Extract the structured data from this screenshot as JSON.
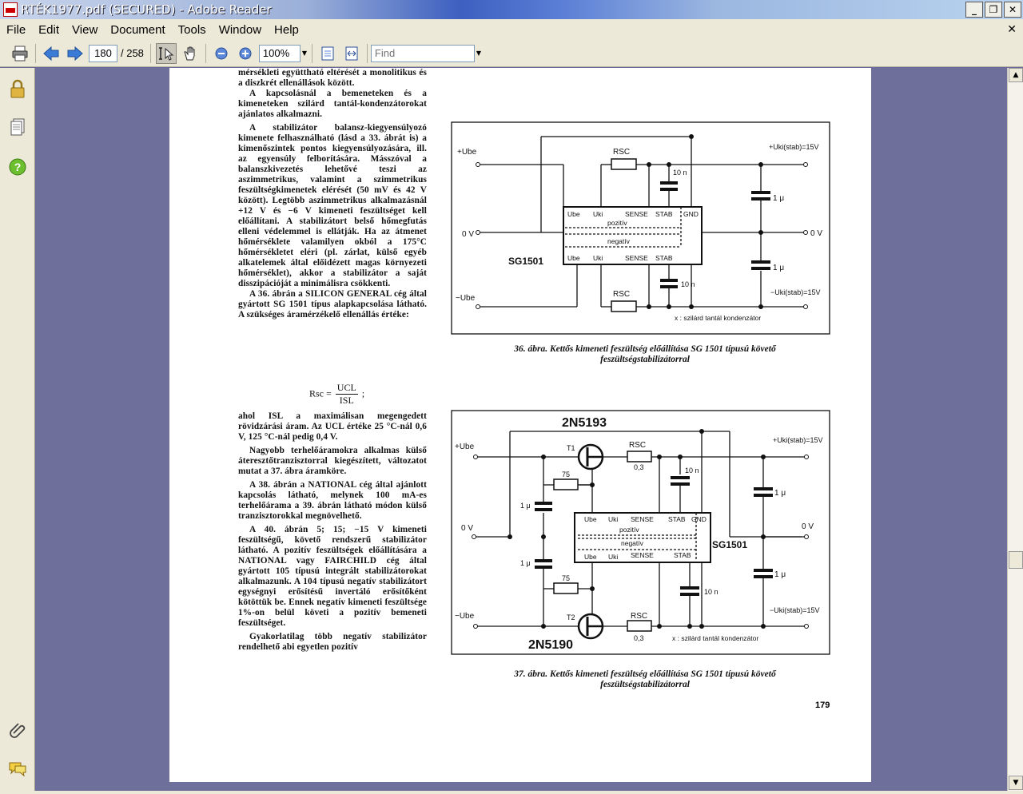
{
  "window": {
    "title": "RTÉK1977.pdf (SECURED) - Adobe Reader",
    "minimize": "_",
    "restore": "❐",
    "close": "✕"
  },
  "menu": {
    "items": [
      "File",
      "Edit",
      "View",
      "Document",
      "Tools",
      "Window",
      "Help"
    ],
    "close_doc": "✕"
  },
  "toolbar": {
    "page_current": "180",
    "page_total": "/ 258",
    "zoom": "100%",
    "find_placeholder": "Find",
    "icons": [
      "print-icon",
      "previous-page-icon",
      "next-page-icon",
      "select-tool-icon",
      "hand-tool-icon",
      "zoom-out-icon",
      "zoom-in-icon",
      "fit-page-icon",
      "fit-width-icon"
    ]
  },
  "navpane": {
    "icons": [
      "lock-icon",
      "pages-icon",
      "help-icon",
      "attachment-icon",
      "comments-icon"
    ]
  },
  "page": {
    "number": "179",
    "text_col1": [
      "mérsékleti együttható eltérését a monolitikus és a diszkrét ellenállások között.",
      "A kapcsolásnál a bemeneteken és a kimeneteken szilárd tantál-kondenzátorokat ajánlatos alkalmazni.",
      "A stabilizátor balansz-kiegyensúlyozó kimenete felhasználható (lásd a 33. ábrát is) a kimenőszintek pontos kiegyensúlyozására, ill. az egyensúly felborítására. Másszóval a balanszkivezetés lehetővé teszi az aszimmetrikus, valamint a szimmetrikus feszültségkimenetek elérését (50 mV és 42 V között). Legtöbb aszimmetrikus alkalmazásnál +12 V és −6 V kimeneti feszültséget kell előállítani. A stabilizátort belső hőmegfutás elleni védelemmel is ellátják. Ha az átmenet hőmérséklete valamilyen okból a 175°C hőmérsékletet eléri (pl. zárlat, külső egyéb alkatelemek által előidézett magas környezeti hőmérséklet), akkor a stabilizátor a saját disszipációját a minimálisra csökkenti.",
      "A 36. ábrán a SILICON GENERAL cég által gyártott SG 1501 típus alapkapcsolása látható. A szükséges áramérzékelő ellenállás értéke:"
    ],
    "formula_lhs": "Rsc =",
    "formula_num": "UCL",
    "formula_den": "ISL",
    "formula_end": ";",
    "text_col2": [
      "ahol ISL a maximálisan megengedett rövidzárási áram. Az UCL értéke 25 °C-nál 0,6 V, 125 °C-nál pedig 0,4 V.",
      "Nagyobb terhelőáramokra alkalmas külső áteresztőtranzisztorral kiegészített, változatot mutat a 37. ábra áramköre.",
      "A 38. ábrán a NATIONAL cég által ajánlott kapcsolás látható, melynek 100 mA-es terhelőárama a 39. ábrán látható módon külső tranzisztorokkal megnövelhető.",
      "A 40. ábrán 5; 15; −15 V kimeneti feszültségű, követő rendszerű stabilizátor látható. A pozitív feszültségek előállítására a NATIONAL vagy FAIRCHILD cég által gyártott 105 típusú integrált stabilizátorokat alkalmazunk. A 104 típusú negatív stabilizátort egységnyi erősítésű invertáló erősítőként kötöttük be. Ennek negatív kimeneti feszültsége 1%-on belül követi a pozitív bemeneti feszültséget.",
      "Gyakorlatilag több negatív stabilizátor rendelhető abi egyetlen pozitív"
    ],
    "caption36_line1": "36. ábra. Kettős kimeneti feszültség előállítása SG 1501 típusú követő",
    "caption36_line2": "feszültségstabilizátorral",
    "caption37_line1": "37. ábra. Kettős kimeneti feszültség előállítása SG 1501 típusú követő",
    "caption37_line2": "feszültségstabilizátorral",
    "fig36": {
      "ic": "SG1501",
      "ube_pos": "+Ube",
      "ube_neg": "−Ube",
      "zero_left": "0 V",
      "zero_right": "0 V",
      "out_pos": "+Uki(stab)=15V",
      "out_neg": "−Uki(stab)=15V",
      "rsc": "RSC",
      "cap10n": "10 n",
      "cap1u": "1 μ",
      "pin_ube": "Ube",
      "pin_uki": "Uki",
      "pin_sense": "SENSE",
      "pin_stab": "STAB",
      "pin_gnd": "GND",
      "pozitiv": "pozitív",
      "negativ": "negatív",
      "note": "x : szilárd  tantál  kondenzátor"
    },
    "fig37": {
      "ic": "SG1501",
      "t1": "T1",
      "t2": "T2",
      "tr_top": "2N5193",
      "tr_bottom": "2N5190",
      "r75": "75",
      "r03": "0,3",
      "ube_pos": "+Ube",
      "ube_neg": "−Ube",
      "zero_left": "0 V",
      "zero_right": "0 V",
      "out_pos": "+Uki(stab)=15V",
      "out_neg": "−Uki(stab)=15V",
      "rsc": "RSC",
      "cap10n": "10 n",
      "cap1u": "1 μ",
      "pin_ube": "Ube",
      "pin_uki": "Uki",
      "pin_sense": "SENSE",
      "pin_stab": "STAB",
      "pin_gnd": "GND",
      "pozitiv": "pozitív",
      "negativ": "negatív",
      "note": "x : szilárd  tantál  kondenzátor"
    }
  }
}
